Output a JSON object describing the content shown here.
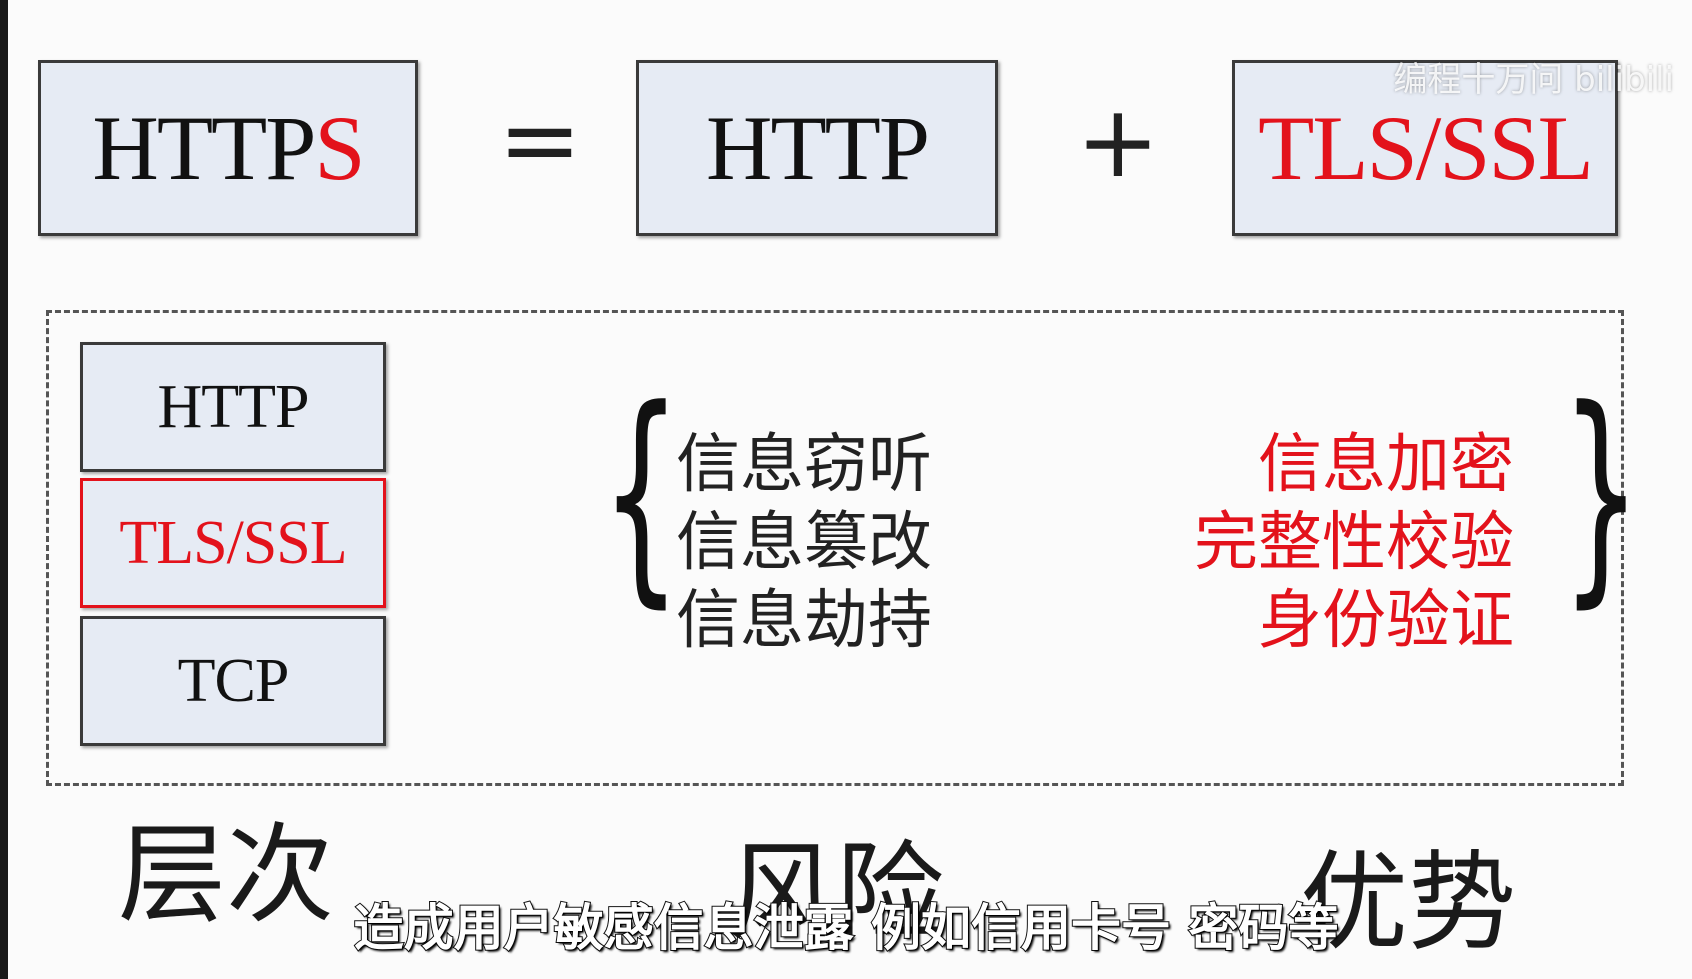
{
  "equation": {
    "https_prefix": "HTTP",
    "https_suffix": "S",
    "equals": "=",
    "http": "HTTP",
    "plus": "+",
    "tls_ssl": "TLS/SSL"
  },
  "layers": [
    "HTTP",
    "TLS/SSL",
    "TCP"
  ],
  "risks": [
    "信息窃听",
    "信息篡改",
    "信息劫持"
  ],
  "advantages": [
    "信息加密",
    "完整性校验",
    "身份验证"
  ],
  "braces": {
    "left": "{",
    "right": "}"
  },
  "section_labels": {
    "layers": "层次",
    "risks": "风险",
    "advantages": "优势"
  },
  "watermark": "编程十万问 bilibili",
  "subtitle": "造成用户敏感信息泄露 例如信用卡号 密码等",
  "colors": {
    "accent_red": "#e3121b",
    "box_fill": "#e6ebf4",
    "border": "#3a3a3a"
  }
}
